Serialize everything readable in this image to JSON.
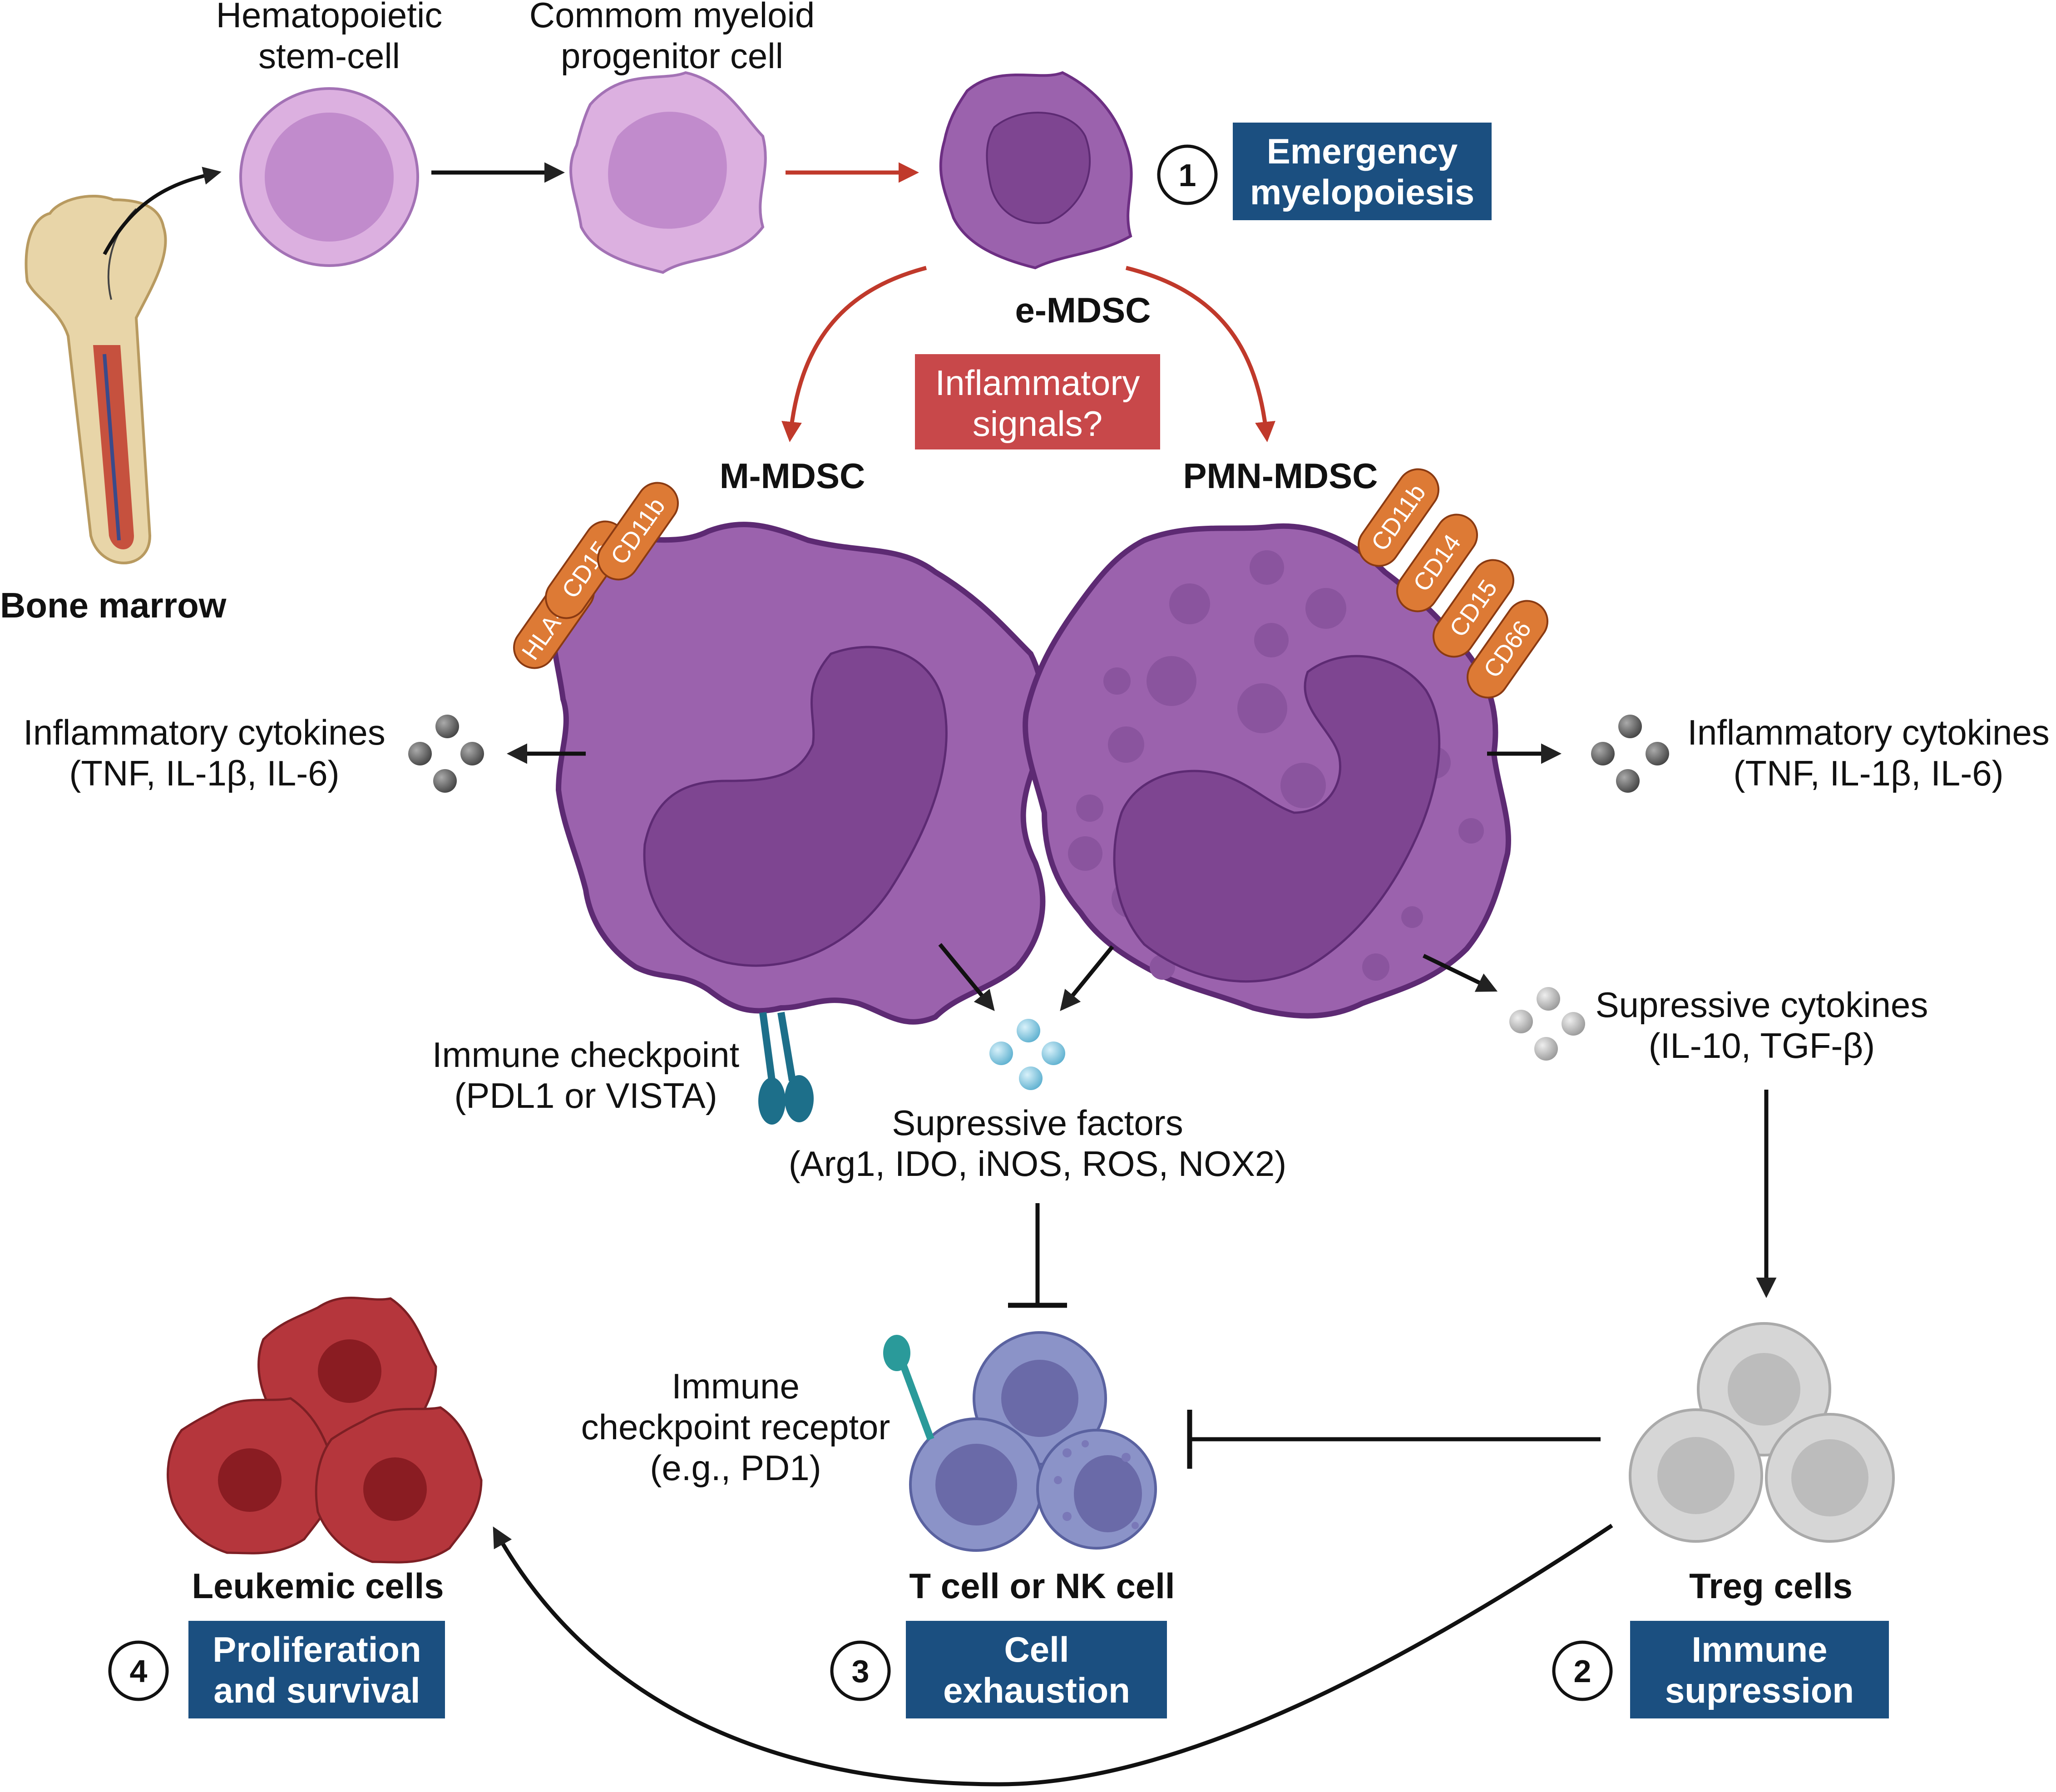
{
  "cells": {
    "bone_marrow": "Bone marrow",
    "hsc": [
      "Hematopoietic",
      "stem-cell"
    ],
    "cmp": [
      "Commom myeloid",
      "progenitor cell"
    ],
    "e_mdsc": "e-MDSC",
    "m_mdsc": "M-MDSC",
    "pmn_mdsc": "PMN-MDSC",
    "t_nk": "T cell or NK cell",
    "treg": "Treg cells",
    "leukemic": "Leukemic cells"
  },
  "signals": {
    "inflammatory_signals": [
      "Inflammatory",
      "signals?"
    ]
  },
  "markers": {
    "m_mdsc": [
      "HLA-DR",
      "CD15",
      "CD11b"
    ],
    "pmn_mdsc": [
      "CD11b",
      "CD14",
      "CD15",
      "CD66"
    ]
  },
  "factors": {
    "cytokines_left": [
      "Inflammatory cytokines",
      "(TNF, IL-1β, IL-6)"
    ],
    "cytokines_right": [
      "Inflammatory cytokines",
      "(TNF, IL-1β, IL-6)"
    ],
    "immune_checkpoint": [
      "Immune checkpoint",
      "(PDL1 or VISTA)"
    ],
    "suppressive_factors": [
      "Supressive factors",
      "(Arg1, IDO, iNOS, ROS, NOX2)"
    ],
    "suppressive_cytokines": [
      "Supressive cytokines",
      "(IL-10, TGF-β)"
    ],
    "checkpoint_receptor": [
      "Immune",
      "checkpoint receptor",
      "(e.g., PD1)"
    ]
  },
  "steps": [
    {
      "number": "1",
      "lines": [
        "Emergency",
        "myelopoiesis"
      ]
    },
    {
      "number": "2",
      "lines": [
        "Immune",
        "supression"
      ]
    },
    {
      "number": "3",
      "lines": [
        "Cell",
        "exhaustion"
      ]
    },
    {
      "number": "4",
      "lines": [
        "Proliferation",
        "and survival"
      ]
    }
  ],
  "colors": {
    "step_box": "#1b4f80",
    "signal_box": "#c8484a",
    "red_arrow": "#c0392b",
    "marker": "#dd7a35",
    "mdsc_body": "#9b62ad",
    "mdsc_outline": "#5d2a73",
    "nucleus": "#7e4591",
    "leukemic": "#b5363c",
    "t_cell": "#8b93c8",
    "treg": "#cfcfcf"
  }
}
